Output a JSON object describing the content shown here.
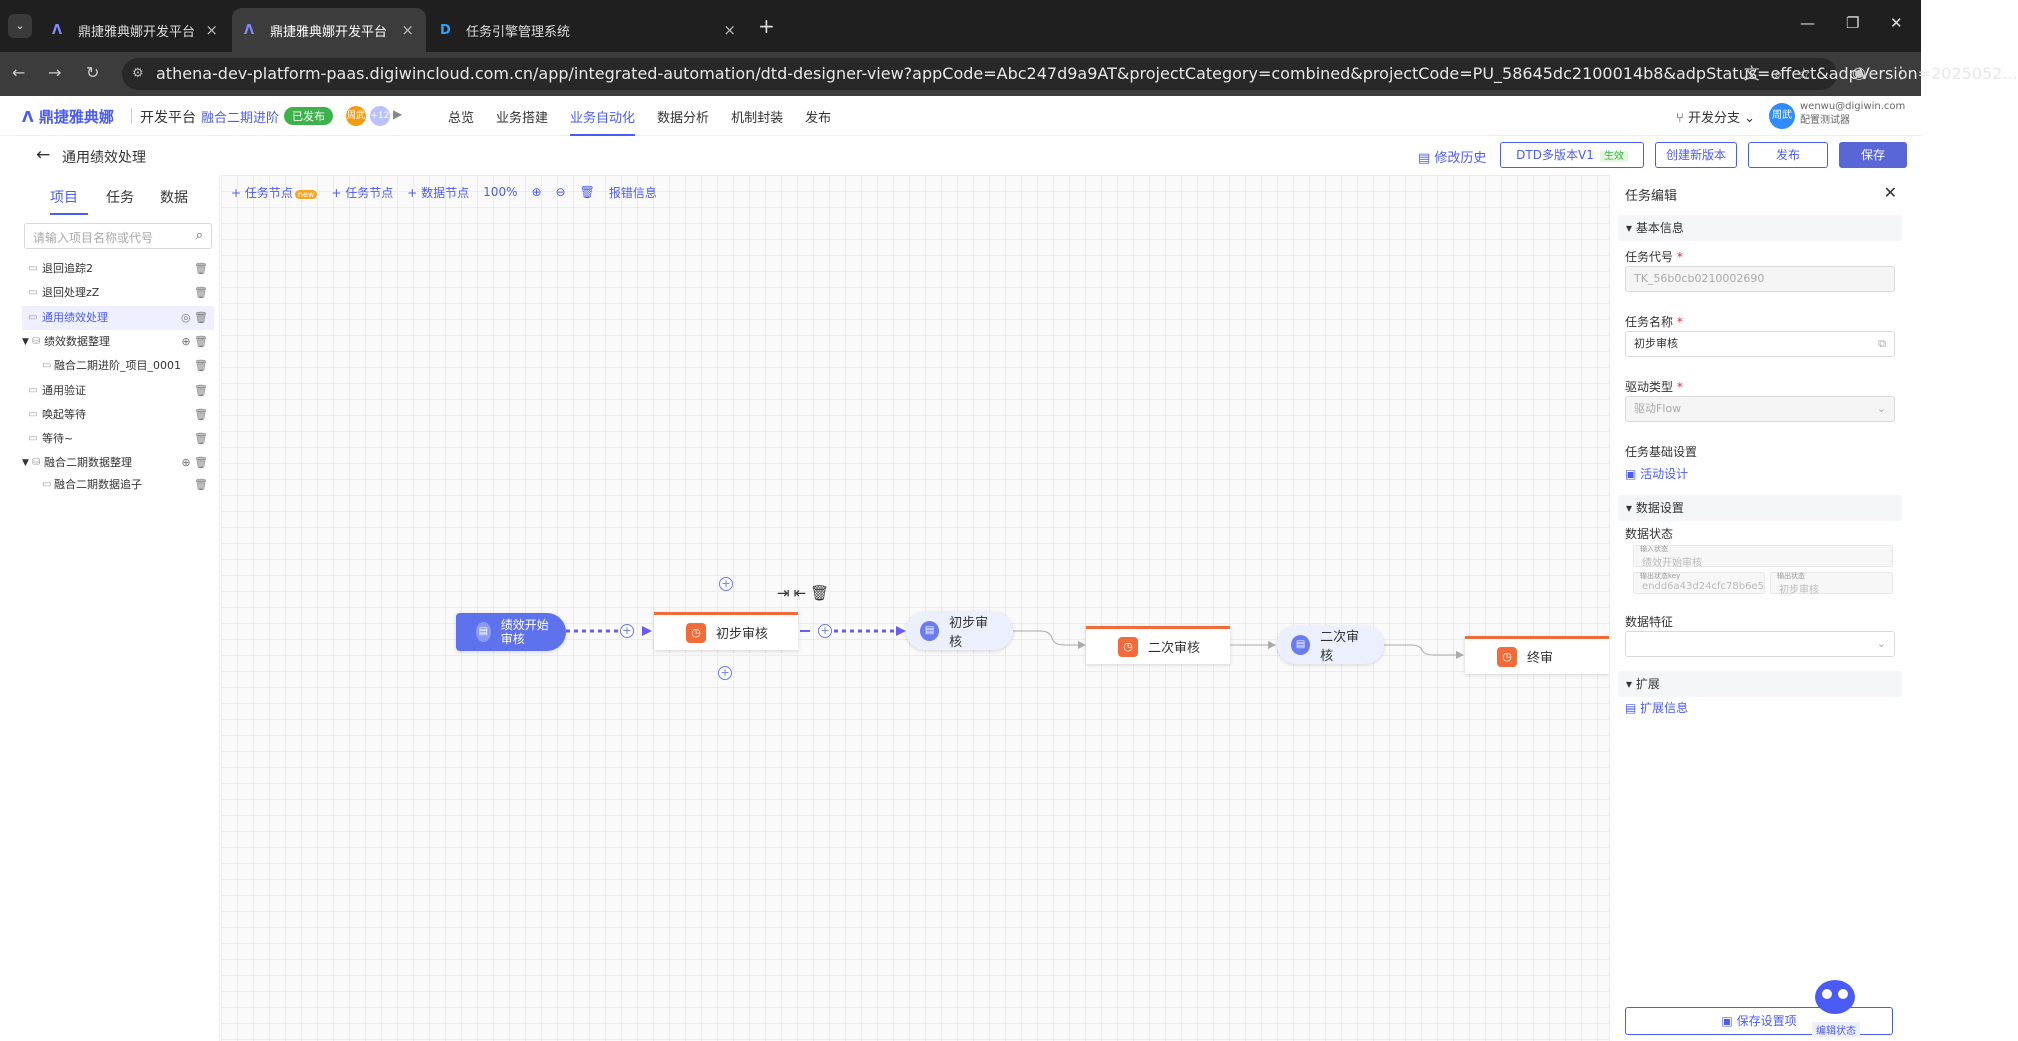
{
  "browser": {
    "tabs": [
      {
        "title": "鼎捷雅典娜开发平台",
        "icon": "athena-logo-icon"
      },
      {
        "title": "鼎捷雅典娜开发平台",
        "icon": "athena-logo-icon"
      },
      {
        "title": "任务引擎管理系统",
        "icon": "digiwin-d-icon"
      }
    ],
    "url": "athena-dev-platform-paas.digiwincloud.com.cn/app/integrated-automation/dtd-designer-view?appCode=Abc247d9a9AT&projectCategory=combined&projectCode=PU_58645dc2100014b8&adpStatus=effect&adpVersion=2025052..."
  },
  "header": {
    "logo": "鼎捷雅典娜",
    "platform": "开发平台",
    "project": "融合二期进阶",
    "status_badge": "已发布",
    "avatar1": "周武",
    "avatar2": "+12",
    "nav": [
      "总览",
      "业务搭建",
      "业务自动化",
      "数据分析",
      "机制封装",
      "发布"
    ],
    "nav_active": "业务自动化",
    "branch": "开发分支",
    "user_avatar": "周武",
    "user_email": "wenwu@digiwin.com",
    "user_role": "配置测试器"
  },
  "subheader": {
    "title": "通用绩效处理",
    "history": "修改历史",
    "version": "DTD多版本V1",
    "version_status": "生效",
    "create_version": "创建新版本",
    "publish": "发布",
    "save": "保存"
  },
  "sidebar": {
    "tabs": [
      "项目",
      "任务",
      "数据"
    ],
    "search_placeholder": "请输入项目名称或代号",
    "items": [
      {
        "label": "退回追踪2",
        "level": 0,
        "type": "folder"
      },
      {
        "label": "退回处理zZ",
        "level": 0,
        "type": "folder"
      },
      {
        "label": "通用绩效处理",
        "level": 0,
        "type": "folder",
        "selected": true
      },
      {
        "label": "绩效数据整理",
        "level": 0,
        "type": "group"
      },
      {
        "label": "融合二期进阶_项目_0001",
        "level": 1,
        "type": "folder"
      },
      {
        "label": "通用验证",
        "level": 0,
        "type": "folder"
      },
      {
        "label": "唤起等待",
        "level": 0,
        "type": "folder"
      },
      {
        "label": "等待~",
        "level": 0,
        "type": "folder"
      },
      {
        "label": "融合二期数据整理",
        "level": 0,
        "type": "group"
      },
      {
        "label": "融合二期数据追子",
        "level": 1,
        "type": "folder"
      }
    ]
  },
  "toolbar": {
    "task_node_new": "+ 任务节点",
    "new_badge": "new",
    "task_node": "+ 任务节点",
    "data_node": "+ 数据节点",
    "zoom": "100%",
    "error_info": "报错信息"
  },
  "flow": {
    "start": "绩效开始审核",
    "task1": "初步审核",
    "data1": "初步审核",
    "task2": "二次审核",
    "data2": "二次审核",
    "task3": "终审"
  },
  "panel": {
    "title": "任务编辑",
    "basic_section": "基本信息",
    "task_code_label": "任务代号",
    "task_code": "TK_56b0cb0210002690",
    "task_name_label": "任务名称",
    "task_name": "初步审核",
    "drive_type_label": "驱动类型",
    "drive_type": "驱动Flow",
    "base_setting": "任务基础设置",
    "activity_design": "活动设计",
    "data_section": "数据设置",
    "data_status_label": "数据状态",
    "input_state_caption": "输入状态",
    "input_state": "绩效开始审核",
    "output_key_caption": "输出状态key",
    "output_key": "endd6a43d24cfc78b6e5",
    "output_state_caption": "输出状态",
    "output_state": "初步审核",
    "data_feature_label": "数据特征",
    "ext_section": "扩展",
    "ext_info": "扩展信息",
    "save_settings": "保存设置项",
    "mascot_label": "编辑状态"
  }
}
